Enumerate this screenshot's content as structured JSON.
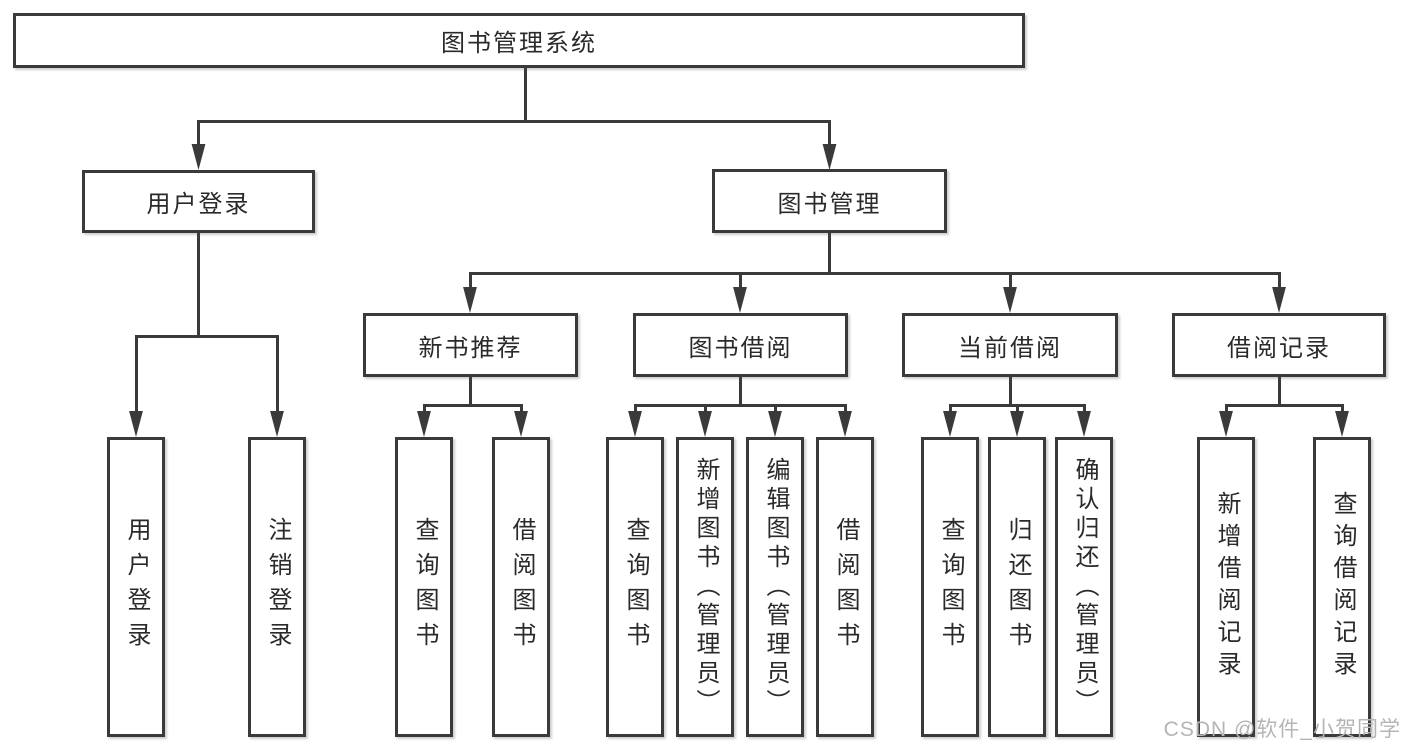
{
  "tree": {
    "label": "图书管理系统",
    "children": [
      {
        "label": "用户登录",
        "children": [
          {
            "label": "用户登录"
          },
          {
            "label": "注销登录"
          }
        ]
      },
      {
        "label": "图书管理",
        "children": [
          {
            "label": "新书推荐",
            "children": [
              {
                "label": "查询图书"
              },
              {
                "label": "借阅图书"
              }
            ]
          },
          {
            "label": "图书借阅",
            "children": [
              {
                "label": "查询图书"
              },
              {
                "label": "新增图书（管理员）"
              },
              {
                "label": "编辑图书（管理员）"
              },
              {
                "label": "借阅图书"
              }
            ]
          },
          {
            "label": "当前借阅",
            "children": [
              {
                "label": "查询图书"
              },
              {
                "label": "归还图书"
              },
              {
                "label": "确认归还（管理员）"
              }
            ]
          },
          {
            "label": "借阅记录",
            "children": [
              {
                "label": "新增借阅记录"
              },
              {
                "label": "查询借阅记录"
              }
            ]
          }
        ]
      }
    ]
  },
  "watermark": {
    "text": "CSDN @软件_小贺同学",
    "color": "#b5b5b5"
  },
  "colors": {
    "line": "#3a3a3a",
    "box_border": "#3a3a3a",
    "text": "#2a2a2a",
    "background": "#ffffff"
  }
}
